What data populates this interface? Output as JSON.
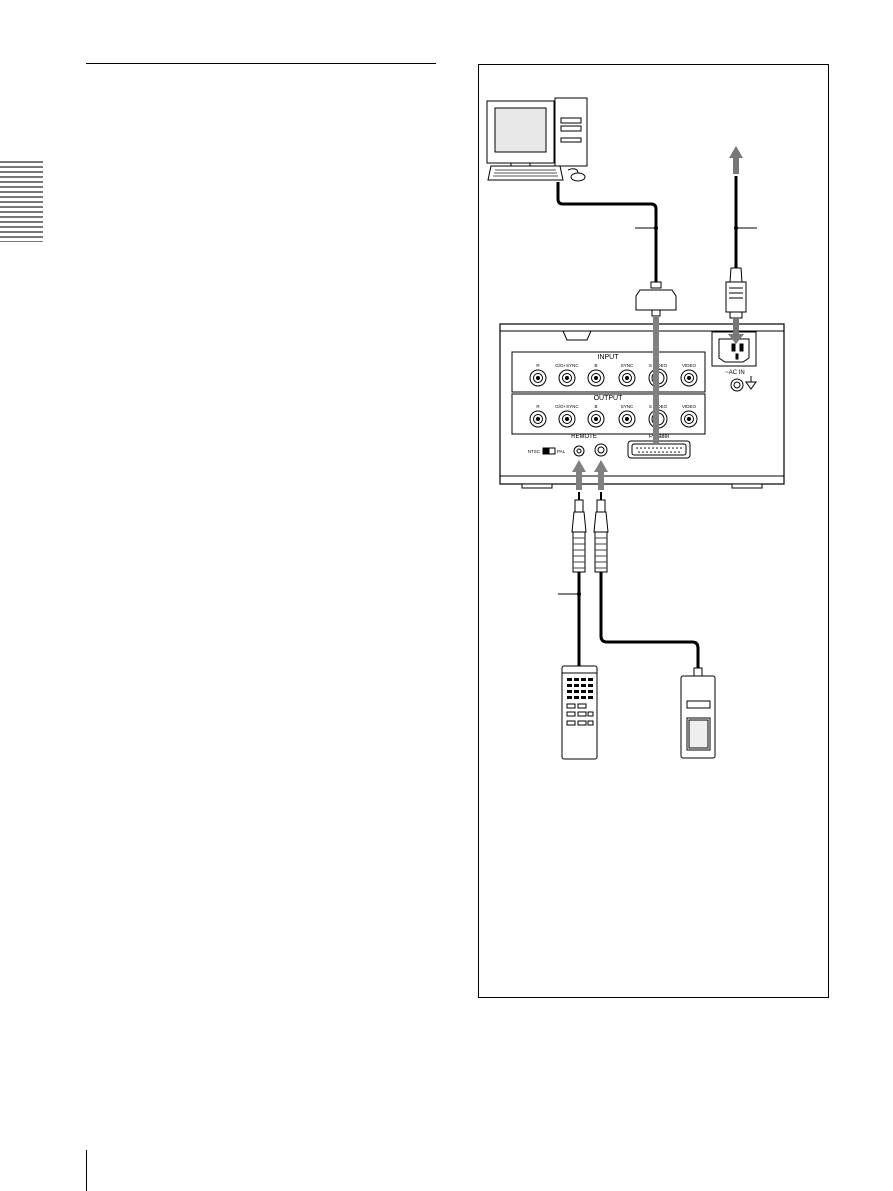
{
  "panel": {
    "input_title": "INPUT",
    "output_title": "OUTPUT",
    "input_connectors": [
      "R",
      "G/G+SYNC",
      "B",
      "SYNC",
      "S VIDEO",
      "VIDEO"
    ],
    "output_connectors": [
      "R",
      "G/G+SYNC",
      "B",
      "SYNC",
      "S VIDEO",
      "VIDEO"
    ],
    "ac_in_label": "~AC IN",
    "remote_label": "REMOTE",
    "parallel_label": "Parallel",
    "ntsc_label": "NTSC",
    "pal_label": "PAL"
  },
  "icons": [
    "desktop-computer",
    "power-plug",
    "remote-commander",
    "footswitch",
    "ground-icon"
  ]
}
